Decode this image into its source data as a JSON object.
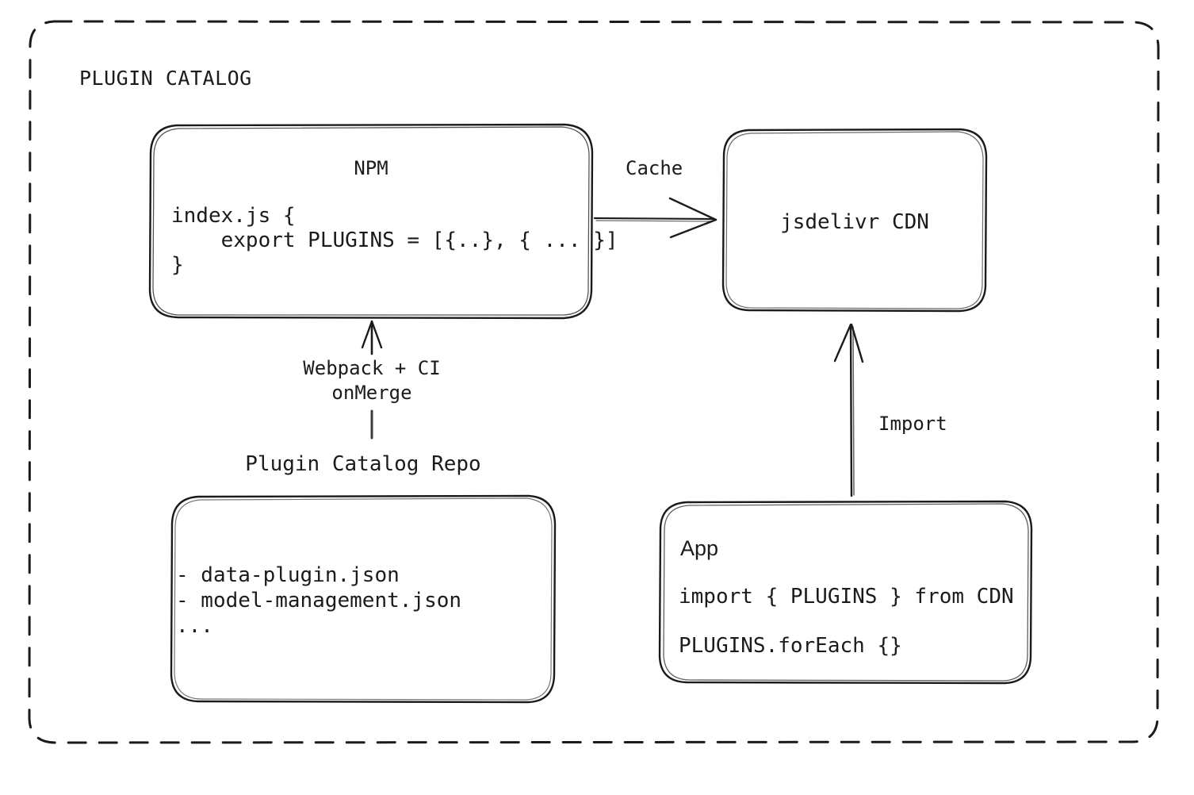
{
  "diagram": {
    "container_label": "PLUGIN CATALOG",
    "nodes": {
      "npm": {
        "title": "NPM",
        "code_lines": [
          "index.js {",
          "    export PLUGINS = [{..}, { ... }]",
          "}"
        ]
      },
      "cdn": {
        "title": "jsdelivr CDN"
      },
      "repo": {
        "caption": "Plugin Catalog Repo",
        "lines": [
          "- data-plugin.json",
          "- model-management.json",
          "..."
        ]
      },
      "app": {
        "title": "App",
        "code_lines": [
          "import { PLUGINS } from CDN",
          "PLUGINS.forEach {}"
        ]
      }
    },
    "edges": {
      "cache": {
        "label": "Cache"
      },
      "build": {
        "label_line1": "Webpack + CI",
        "label_line2": "onMerge"
      },
      "import": {
        "label": "Import"
      }
    },
    "colors": {
      "stroke": "#1b1b1b",
      "background": "#ffffff"
    }
  }
}
